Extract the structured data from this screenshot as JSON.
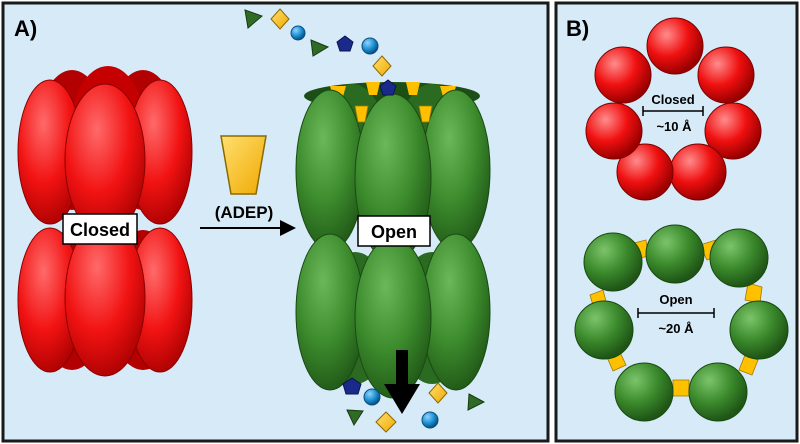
{
  "panel_a": {
    "label": "A)",
    "closed_label": "Closed",
    "open_label": "Open",
    "activator_label": "(ADEP)"
  },
  "panel_b": {
    "label": "B)",
    "closed_label": "Closed",
    "closed_pore": "~10 Å",
    "open_label": "Open",
    "open_pore": "~20 Å"
  },
  "colors": {
    "background": "#d6eaf8",
    "closed_red": "#ff1a1a",
    "open_green": "#3a8a2e",
    "adep_yellow": "#ffc000",
    "blue_sphere": "#1a8fd0",
    "navy_pentagon": "#1a2a8a",
    "dark_green_triangle": "#2f6b24"
  }
}
